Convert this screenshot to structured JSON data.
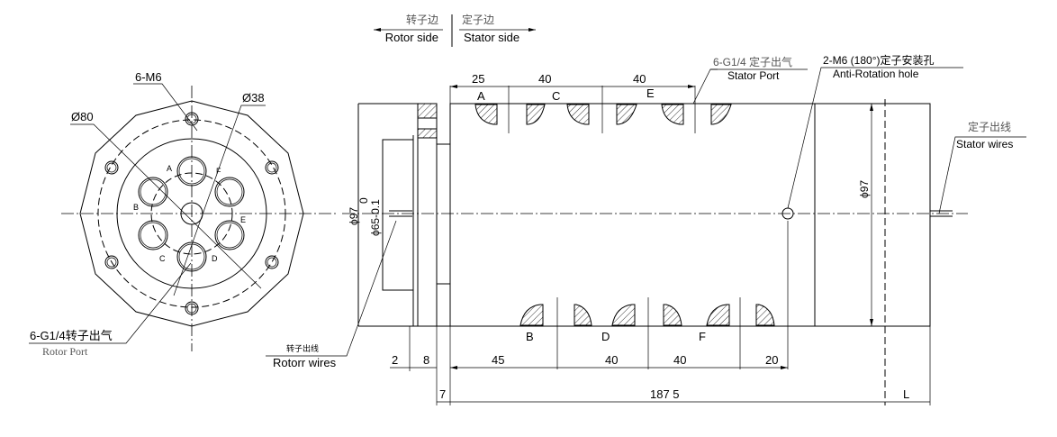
{
  "header": {
    "rotor_side_cn": "转子边",
    "rotor_side": "Rotor side",
    "stator_side_cn": "定子边",
    "stator_side": "Stator side"
  },
  "front_view": {
    "bolt_label": "6-M6",
    "dia_outer": "Ø80",
    "dia_inner": "Ø38",
    "port_letters": [
      "A",
      "B",
      "C",
      "D",
      "E",
      "F"
    ],
    "rotor_port_cn": "6-G1/4转子出气",
    "rotor_port": "Rotor Port"
  },
  "side_view": {
    "dia_97_left": "ϕ97",
    "dia_tol": "0",
    "dia_65": "ϕ65-0.1",
    "dia_97_right": "ϕ97",
    "top_ports": [
      "A",
      "C",
      "E"
    ],
    "bottom_ports": [
      "B",
      "D",
      "F"
    ],
    "top_dims": [
      "25",
      "40",
      "40"
    ],
    "bottom_dims": [
      "45",
      "40",
      "40",
      "20"
    ],
    "flange_dims": [
      "2",
      "8"
    ],
    "overall_dims": [
      "7",
      "187 5",
      "L"
    ],
    "stator_port_cn": "6-G1/4 定子出气",
    "stator_port": "Stator Port",
    "anti_rot_cn": "2-M6 (180°)定子安装孔",
    "anti_rot": "Anti-Rotation hole",
    "stator_wires_cn": "定子出线",
    "stator_wires": "Stator wires",
    "rotor_wires_cn": "转子出线",
    "rotor_wires": "Rotorr wires"
  }
}
